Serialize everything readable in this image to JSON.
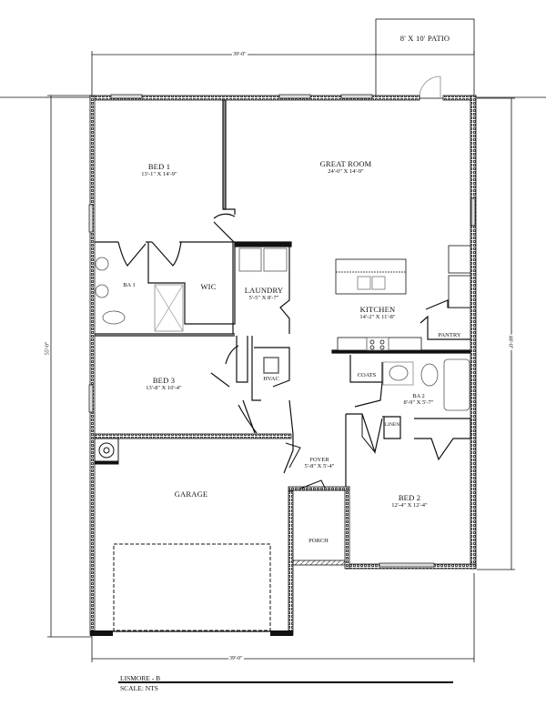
{
  "plan": {
    "name": "LISMORE - B",
    "scale": "SCALE: NTS"
  },
  "dimensions": {
    "top_width": "39'-0\"",
    "bottom_width": "39'-0\"",
    "left_depth": "55'-0\"",
    "right_depth": "48'-0\""
  },
  "rooms": {
    "patio": {
      "name": "8' X 10' PATIO"
    },
    "bed1": {
      "name": "BED 1",
      "dim": "13'-1\" X 14'-9\""
    },
    "great_room": {
      "name": "GREAT ROOM",
      "dim": "24'-0\" X 14'-9\""
    },
    "ba1": {
      "name": "BA 1"
    },
    "wic": {
      "name": "WIC"
    },
    "laundry": {
      "name": "LAUNDRY",
      "dim": "5'-5\" X 8'-7\""
    },
    "kitchen": {
      "name": "KITCHEN",
      "dim": "14'-2\" X 11'-8\""
    },
    "pantry": {
      "name": "PANTRY"
    },
    "bed3": {
      "name": "BED 3",
      "dim": "13'-8\" X 10'-4\""
    },
    "hvac": {
      "name": "HVAC"
    },
    "coats": {
      "name": "COATS"
    },
    "ba2": {
      "name": "BA 2",
      "dim": "8'-9\" X 5'-7\""
    },
    "linen": {
      "name": "LINEN"
    },
    "foyer": {
      "name": "FOYER",
      "dim": "5'-8\" X 5'-4\""
    },
    "garage": {
      "name": "GARAGE"
    },
    "porch": {
      "name": "PORCH"
    },
    "bed2": {
      "name": "BED 2",
      "dim": "12'-4\" X 12'-4\""
    }
  },
  "colors": {
    "wall": "#111111",
    "fixture": "#555555",
    "background": "#ffffff"
  }
}
